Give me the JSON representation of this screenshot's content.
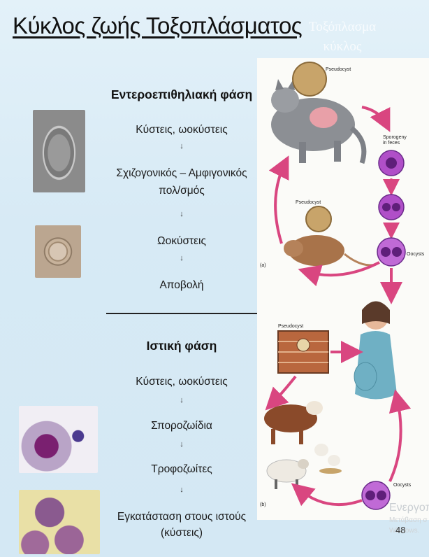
{
  "title": "Κύκλος ζωής Τοξοπλάσματος",
  "ghost_title": [
    "Τοξόπλασμα",
    "κύκλος"
  ],
  "intestinal": {
    "heading": "Εντεροεπιθηλιακή φάση",
    "steps": [
      "Κύστεις, ωοκύστεις",
      "Σχιζογονικός – Αμφιγονικός",
      "πολ/σμός",
      "Ωοκύστεις",
      "Αποβολή"
    ]
  },
  "tissue": {
    "heading": "Ιστική φάση",
    "steps": [
      "Κύστεις, ωοκύστεις",
      "Σποροζωίδια",
      "Τροφοζωίτες",
      "Εγκατάσταση στους ιστούς",
      "(κύστεις)"
    ]
  },
  "arrow_symbol": "↓",
  "cycle_labels": {
    "pseudocyst_top": "Pseudocyst",
    "sporogeny_1": "Sporogeny",
    "sporogeny_2": "in feces",
    "pseudocyst_mouse": "Pseudocyst",
    "oocysts_a": "Oocysts",
    "panel_a": "(a)",
    "pseudocyst_tissue": "Pseudocyst",
    "oocysts_b": "Oocysts",
    "panel_b": "(b)"
  },
  "page_number": "48",
  "activation": {
    "line1": "Ενεργοπο",
    "line2": "Μετάβαση σ",
    "line3": "Windows."
  },
  "colors": {
    "background": "#d7eaf5",
    "arrow_pink": "#d94680",
    "oocyst_purple": "#8a2fa8"
  }
}
